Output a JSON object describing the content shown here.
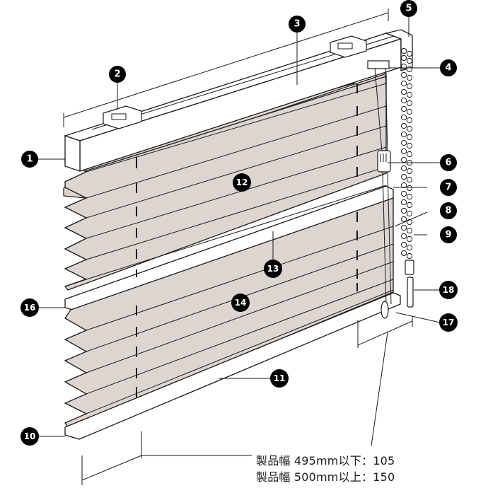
{
  "callouts": {
    "c1": "1",
    "c2": "2",
    "c3": "3",
    "c4": "4",
    "c5": "5",
    "c6": "6",
    "c7": "7",
    "c8": "8",
    "c9": "9",
    "c10": "10",
    "c11": "11",
    "c12": "12",
    "c13": "13",
    "c14": "14",
    "c16": "16",
    "c17": "17",
    "c18": "18"
  },
  "notes": {
    "line1": "製品幅 495mm以下：105",
    "line2": "製品幅 500mm以上：150"
  },
  "colors": {
    "slat_fill": "#ddd6d0",
    "outline": "#1a1a1a",
    "callout_fill": "#000000",
    "background": "#ffffff"
  }
}
